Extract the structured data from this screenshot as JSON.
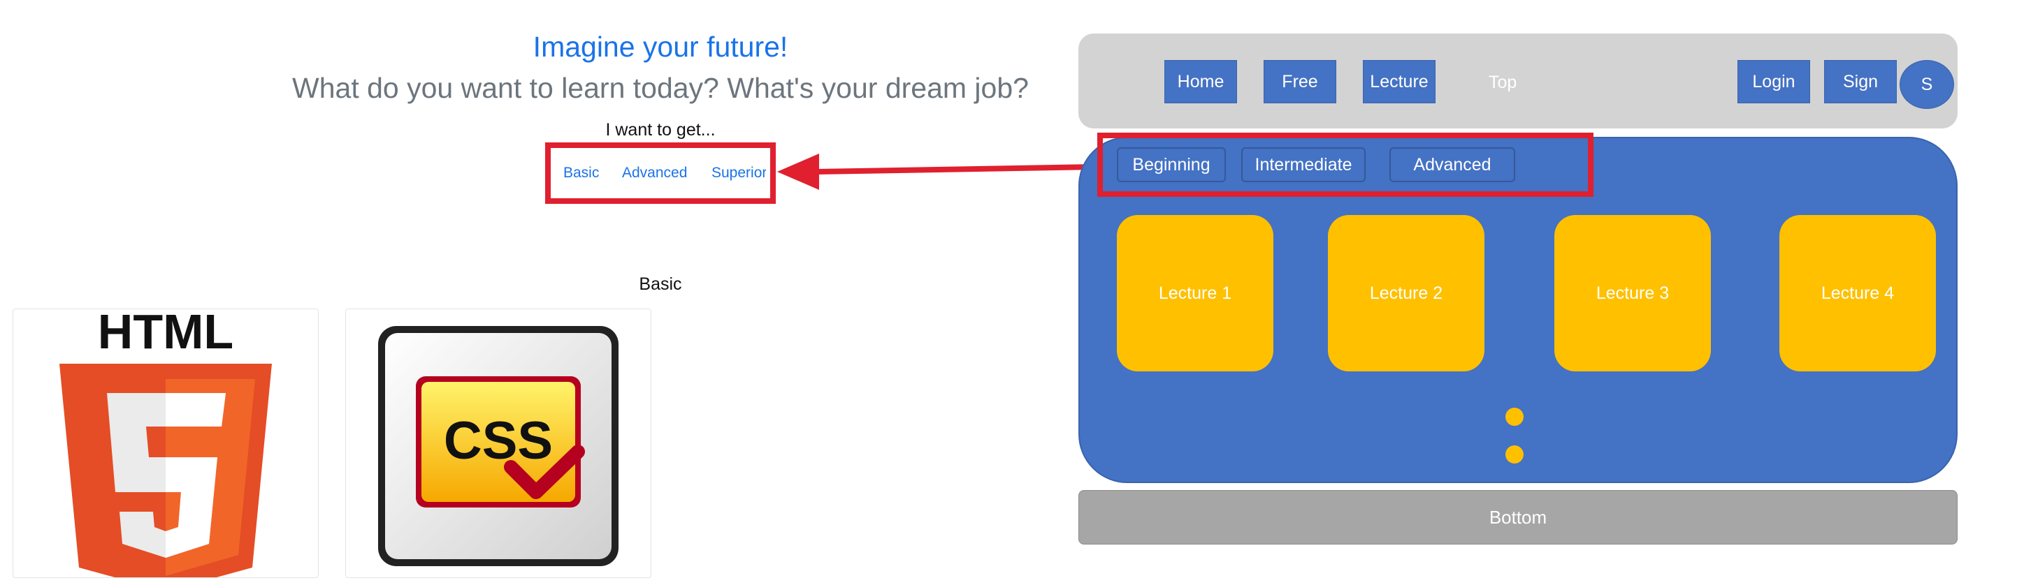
{
  "page": {
    "headline": "Imagine your future!",
    "subheadline": "What do you want to learn today? What's your dream job?",
    "want_label": "I want to get...",
    "levels": [
      "Basic",
      "Advanced",
      "Superior"
    ],
    "section_title": "Basic",
    "cards": [
      {
        "logo_text": "HTML",
        "badge": "5",
        "icon": "html5-icon"
      },
      {
        "logo_text": "CSS",
        "icon": "css-icon"
      }
    ]
  },
  "wireframe": {
    "nav": {
      "left_buttons": [
        "Home",
        "Free",
        "Lecture"
      ],
      "center_label": "Top",
      "right_buttons": [
        "Login",
        "Sign"
      ],
      "avatar": "S"
    },
    "tabs": [
      "Beginning",
      "Intermediate",
      "Advanced"
    ],
    "lectures": [
      "Lecture 1",
      "Lecture 2",
      "Lecture 3",
      "Lecture 4"
    ],
    "footer": "Bottom"
  },
  "colors": {
    "accent_blue": "#1a73e8",
    "panel_blue": "#4472c4",
    "tile_yellow": "#ffc000",
    "highlight_red": "#e0202e",
    "html_orange": "#e44d26",
    "css_yellow": "#ffd400"
  }
}
